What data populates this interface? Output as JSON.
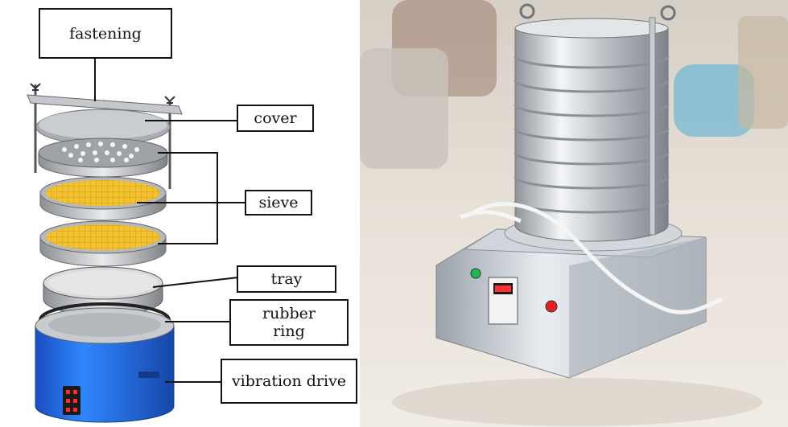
{
  "diagram": {
    "labels": {
      "fastening": "fastening",
      "cover": "cover",
      "sieve": "sieve",
      "tray": "tray",
      "rubber_ring_line1": "rubber",
      "rubber_ring_line2": "ring",
      "vibration_drive": "vibration drive"
    }
  },
  "colors": {
    "drive_blue": "#1f6fe0",
    "sieve_yellow": "#f2c230",
    "steel": "#b9bcc0"
  }
}
